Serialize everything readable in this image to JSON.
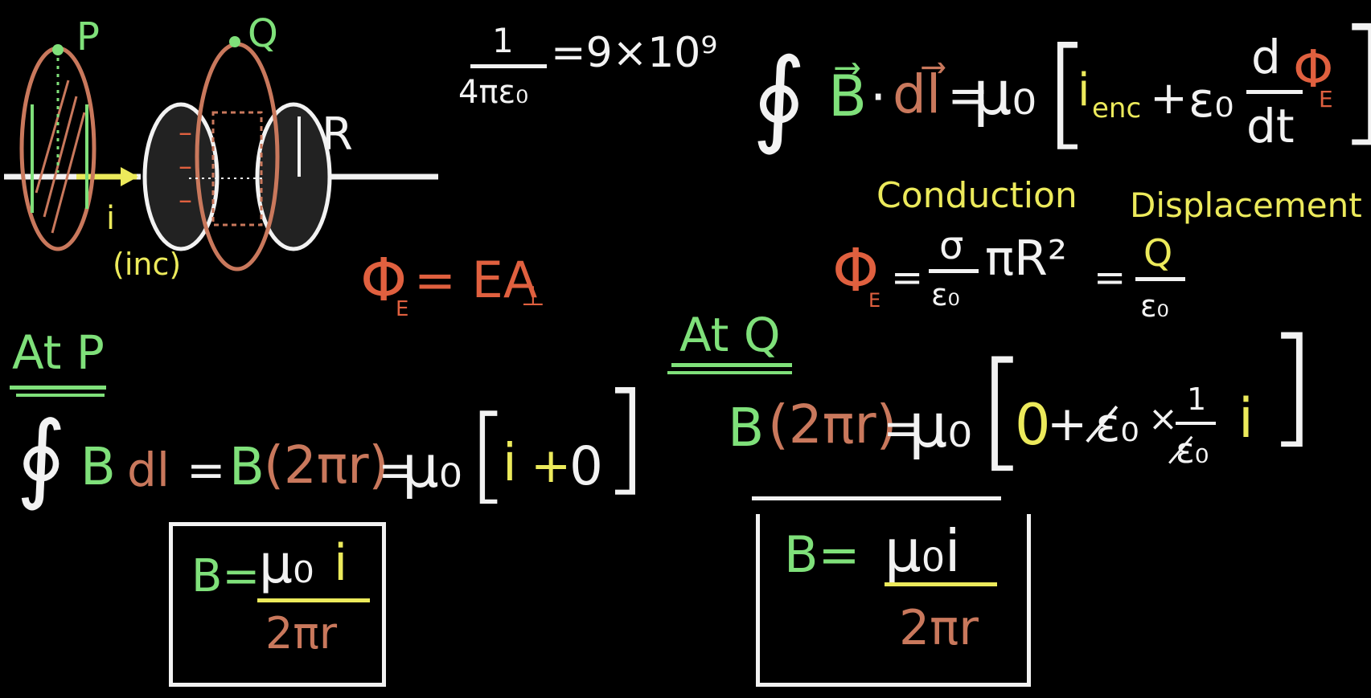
{
  "diagram": {
    "point_p": "P",
    "point_q": "Q",
    "radius_label": "R",
    "current_label": "i",
    "current_note": "(inc)",
    "plate_charge": "–"
  },
  "top_left_formula": {
    "numerator": "1",
    "denominator": "4πε₀",
    "rhs": "=9×10⁹"
  },
  "ampere_maxwell": {
    "lhs": "∮",
    "B": "B⃗",
    "dot": "·",
    "dl": "dl⃗",
    "eq": "=",
    "mu": "μ₀",
    "lbracket": "[",
    "ienc": "i",
    "ienc_sub": "enc",
    "plus": "+",
    "eps": "ε₀",
    "d": "d",
    "dt": "dt",
    "phi": "Φ",
    "phi_sub": "E",
    "rbracket": "]",
    "label_conduction": "Conduction",
    "label_displacement": "Displacement"
  },
  "flux_def": {
    "phi": "Φ",
    "sub": "E",
    "rhs": "= EA",
    "perp": "⊥"
  },
  "flux_calc": {
    "phi": "Φ",
    "sub": "E",
    "eq1": "=",
    "sigma": "σ",
    "eps1": "ε₀",
    "pir2": "πR²",
    "eq2": "=",
    "Q": "Q",
    "eps2": "ε₀"
  },
  "at_p": {
    "heading": "At P",
    "oint": "∮",
    "B": "B",
    "dl": "dl",
    "eq1": "=",
    "B2": "B",
    "two_pi_r": "(2πr)",
    "eq2": "=",
    "mu": "μ₀",
    "lbr": "[",
    "i": "i",
    "plus": "+",
    "zero": "0",
    "rbr": "]",
    "result_B": "B=",
    "result_num_mu": "μ₀",
    "result_num_i": "i",
    "result_den": "2πr"
  },
  "at_q": {
    "heading": "At Q",
    "B": "B",
    "two_pi_r": "(2πr)",
    "eq": "=",
    "mu": "μ₀",
    "lbr": "[",
    "zero": "0",
    "plus": "+",
    "eps": "ε̸₀",
    "times": "×",
    "one": "1",
    "eps_den": "ε̸₀",
    "i": "i",
    "rbr": "]",
    "result_B": "B=",
    "result_num": "μ₀i",
    "result_den": "2πr"
  },
  "colors": {
    "background": "#000000",
    "chalk_white": "#f2f2f2",
    "chalk_green": "#7fe07a",
    "chalk_yellow": "#ecea5b",
    "chalk_brown": "#c9785c",
    "chalk_red": "#e0603f"
  }
}
